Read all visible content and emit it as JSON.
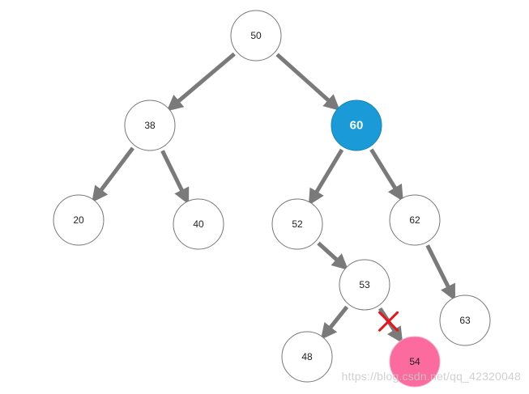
{
  "colors": {
    "edge": "#7a7a7a",
    "node_stroke": "#777777",
    "node_fill": "#ffffff",
    "highlight_fill": "#1a9ad6",
    "removed_fill": "#fb6b9d",
    "cross": "#e8141b"
  },
  "nodes": [
    {
      "id": "n50",
      "label": "50"
    },
    {
      "id": "n38",
      "label": "38"
    },
    {
      "id": "n60",
      "label": "60",
      "style": "highlight"
    },
    {
      "id": "n20",
      "label": "20"
    },
    {
      "id": "n40",
      "label": "40"
    },
    {
      "id": "n52",
      "label": "52"
    },
    {
      "id": "n62",
      "label": "62"
    },
    {
      "id": "n53",
      "label": "53"
    },
    {
      "id": "n63",
      "label": "63"
    },
    {
      "id": "n48",
      "label": "48"
    },
    {
      "id": "n54",
      "label": "54",
      "style": "removed"
    }
  ],
  "edges": [
    {
      "from": "n50",
      "to": "n38"
    },
    {
      "from": "n50",
      "to": "n60"
    },
    {
      "from": "n38",
      "to": "n20"
    },
    {
      "from": "n38",
      "to": "n40"
    },
    {
      "from": "n60",
      "to": "n52"
    },
    {
      "from": "n60",
      "to": "n62"
    },
    {
      "from": "n52",
      "to": "n53"
    },
    {
      "from": "n62",
      "to": "n63"
    },
    {
      "from": "n53",
      "to": "n48"
    },
    {
      "from": "n53",
      "to": "n54",
      "crossed": true
    }
  ],
  "watermark": "https://blog.csdn.net/qq_42320048"
}
